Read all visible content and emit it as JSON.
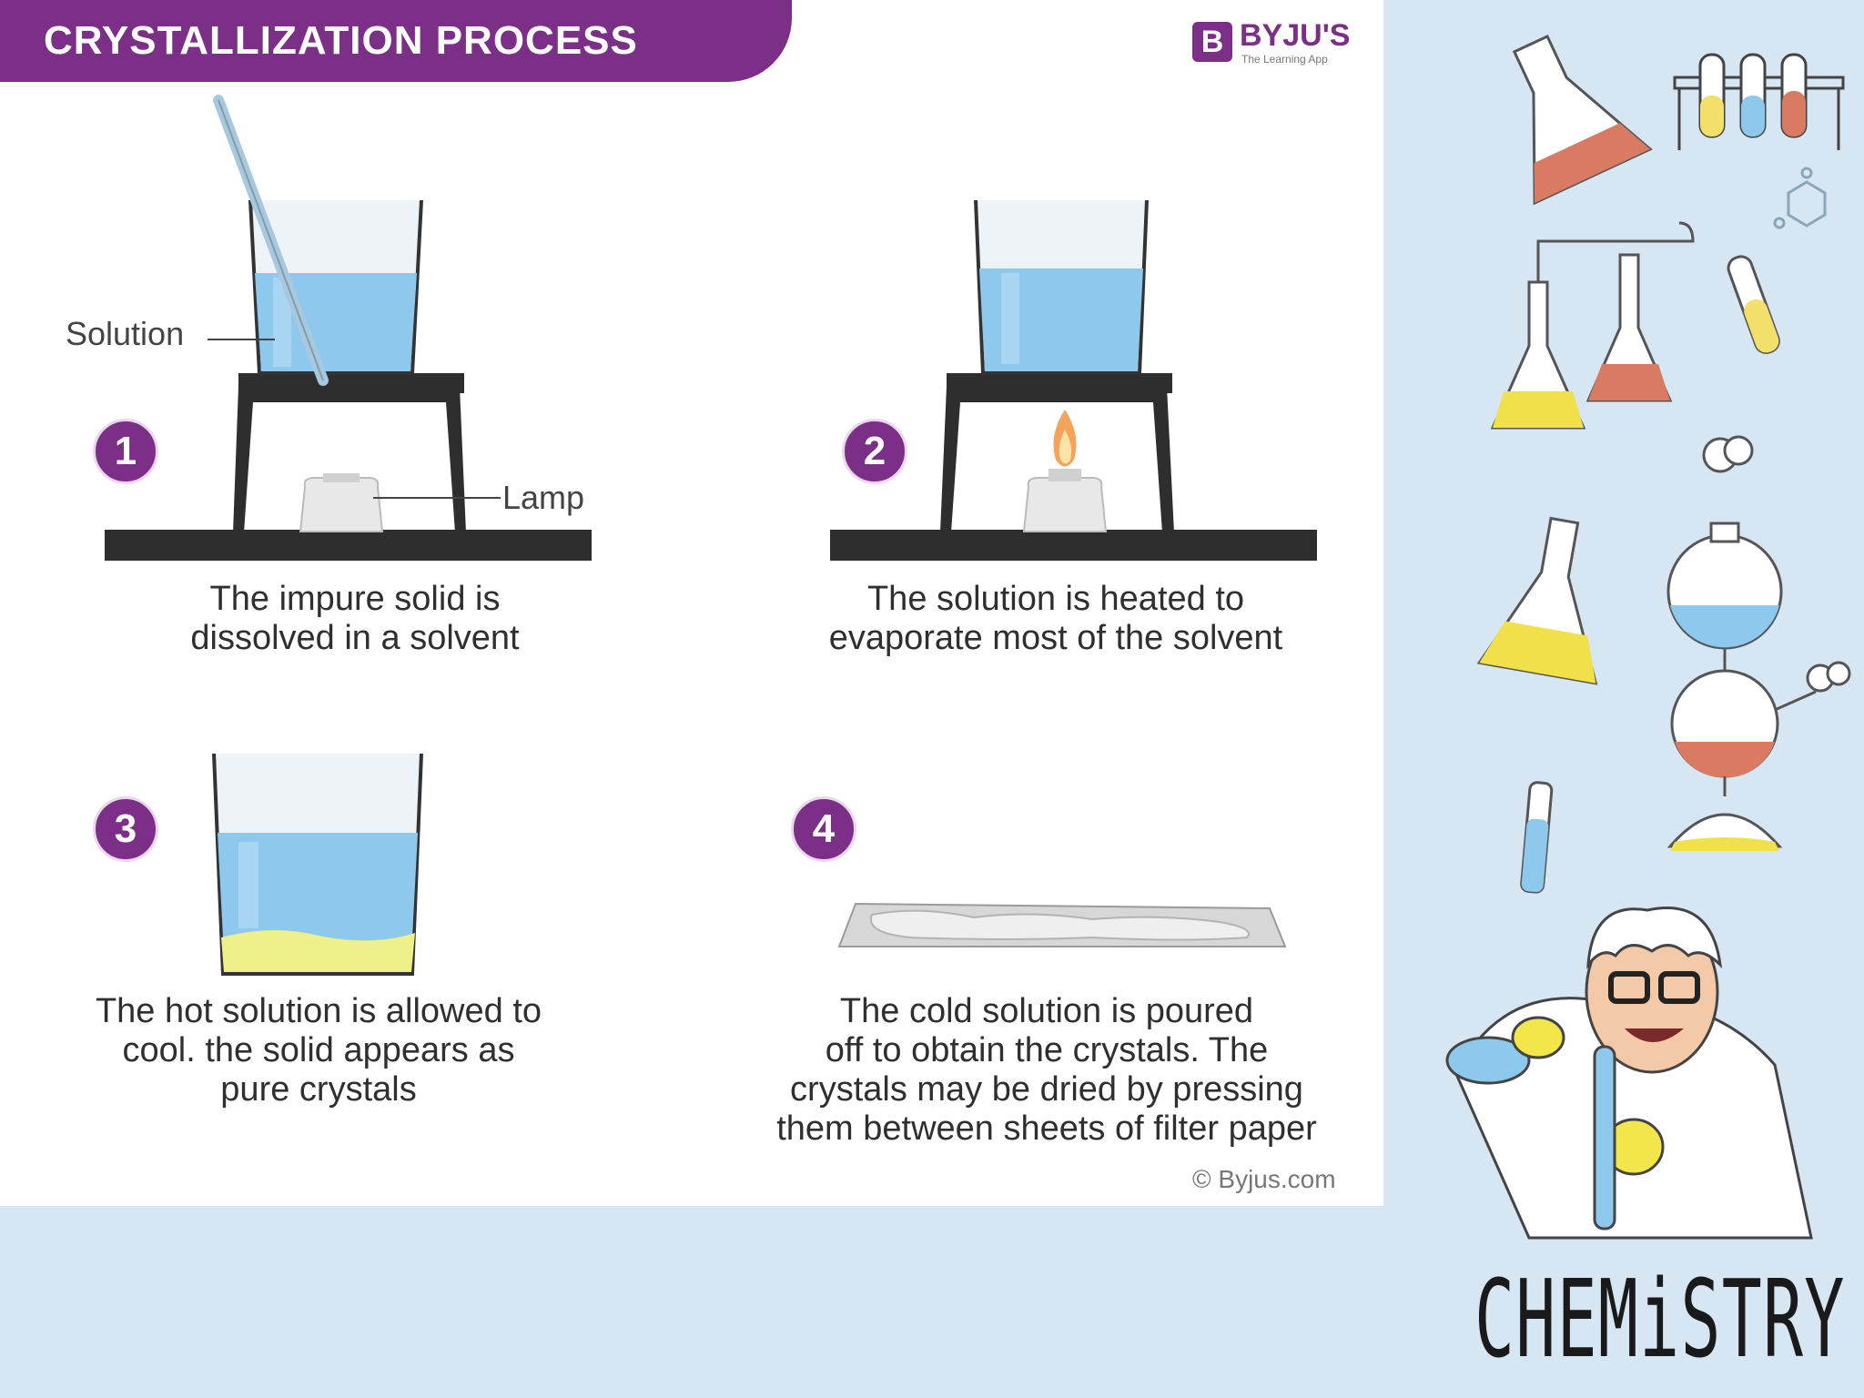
{
  "title": "CRYSTALLIZATION PROCESS",
  "brand": {
    "mark": "B",
    "name": "BYJU'S",
    "tagline": "The Learning App"
  },
  "labels": {
    "solution": "Solution",
    "lamp": "Lamp"
  },
  "steps": [
    {
      "number": "1",
      "caption_lines": [
        "The impure solid is",
        "dissolved in a solvent"
      ]
    },
    {
      "number": "2",
      "caption_lines": [
        "The solution is heated to",
        "evaporate most of the solvent"
      ]
    },
    {
      "number": "3",
      "caption_lines": [
        "The hot solution is allowed to",
        "cool. the solid appears as",
        "pure crystals"
      ]
    },
    {
      "number": "4",
      "caption_lines": [
        "The cold solution is poured",
        "off to obtain the crystals. The",
        "crystals may be dried by pressing",
        "them between sheets of filter paper"
      ]
    }
  ],
  "copyright": "© Byjus.com",
  "sidebar_word": "CHEMiSTRY",
  "colors": {
    "brand_purple": "#7b2f86",
    "solution_blue": "#8ec8ec",
    "crystal_yellow": "#eef08a",
    "stand_dark": "#2e2e2e",
    "sidebar_bg": "#d6e6f2"
  }
}
